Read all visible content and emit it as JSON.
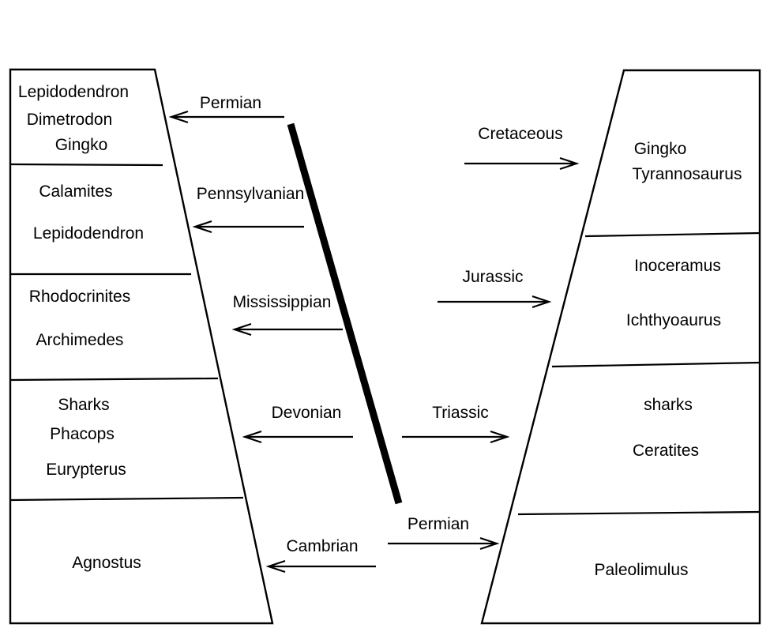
{
  "diagram": {
    "title": "Stratigraphic correlation columns with geologic period arrows",
    "colors": {
      "stroke": "#000000",
      "background": "#ffffff",
      "thick_marker": "#000000"
    },
    "left_column": {
      "name": "left-stratigraphic-column",
      "layers": [
        {
          "id": "left-layer-1",
          "fossils": [
            "Lepidodendron",
            "Dimetrodon",
            "Gingko"
          ]
        },
        {
          "id": "left-layer-2",
          "fossils": [
            "Calamites",
            "Lepidodendron"
          ]
        },
        {
          "id": "left-layer-3",
          "fossils": [
            "Rhodocrinites",
            "Archimedes"
          ]
        },
        {
          "id": "left-layer-4",
          "fossils": [
            "Sharks",
            "Phacops",
            "Eurypterus"
          ]
        },
        {
          "id": "left-layer-5",
          "fossils": [
            "Agnostus"
          ]
        }
      ]
    },
    "right_column": {
      "name": "right-stratigraphic-column",
      "layers": [
        {
          "id": "right-layer-1",
          "fossils": [
            "Gingko",
            "Tyrannosaurus"
          ]
        },
        {
          "id": "right-layer-2",
          "fossils": [
            "Inoceramus",
            "Ichthyoaurus"
          ]
        },
        {
          "id": "right-layer-3",
          "fossils": [
            "sharks",
            "Ceratites"
          ]
        },
        {
          "id": "right-layer-4",
          "fossils": [
            "Paleolimulus"
          ]
        }
      ]
    },
    "left_arrows": [
      {
        "id": "arrow-permian-left",
        "label": "Permian",
        "direction": "left"
      },
      {
        "id": "arrow-pennsylvanian",
        "label": "Pennsylvanian",
        "direction": "left"
      },
      {
        "id": "arrow-mississippian",
        "label": "Mississippian",
        "direction": "left"
      },
      {
        "id": "arrow-devonian",
        "label": "Devonian",
        "direction": "left"
      },
      {
        "id": "arrow-cambrian",
        "label": "Cambrian",
        "direction": "left"
      }
    ],
    "right_arrows": [
      {
        "id": "arrow-cretaceous",
        "label": "Cretaceous",
        "direction": "right"
      },
      {
        "id": "arrow-jurassic",
        "label": "Jurassic",
        "direction": "right"
      },
      {
        "id": "arrow-triassic",
        "label": "Triassic",
        "direction": "right"
      },
      {
        "id": "arrow-permian-right",
        "label": "Permian",
        "direction": "right"
      }
    ],
    "labels": {
      "left": {
        "l1a": "Lepidodendron",
        "l1b": "Dimetrodon",
        "l1c": "Gingko",
        "l2a": "Calamites",
        "l2b": "Lepidodendron",
        "l3a": "Rhodocrinites",
        "l3b": "Archimedes",
        "l4a": "Sharks",
        "l4b": "Phacops",
        "l4c": "Eurypterus",
        "l5a": "Agnostus"
      },
      "right": {
        "r1a": "Gingko",
        "r1b": "Tyrannosaurus",
        "r2a": "Inoceramus",
        "r2b": "Ichthyoaurus",
        "r3a": "sharks",
        "r3b": "Ceratites",
        "r4a": "Paleolimulus"
      },
      "periods": {
        "permian_left": "Permian",
        "pennsylvanian": "Pennsylvanian",
        "mississippian": "Mississippian",
        "devonian": "Devonian",
        "cambrian": "Cambrian",
        "cretaceous": "Cretaceous",
        "jurassic": "Jurassic",
        "triassic": "Triassic",
        "permian_right": "Permian"
      }
    }
  }
}
